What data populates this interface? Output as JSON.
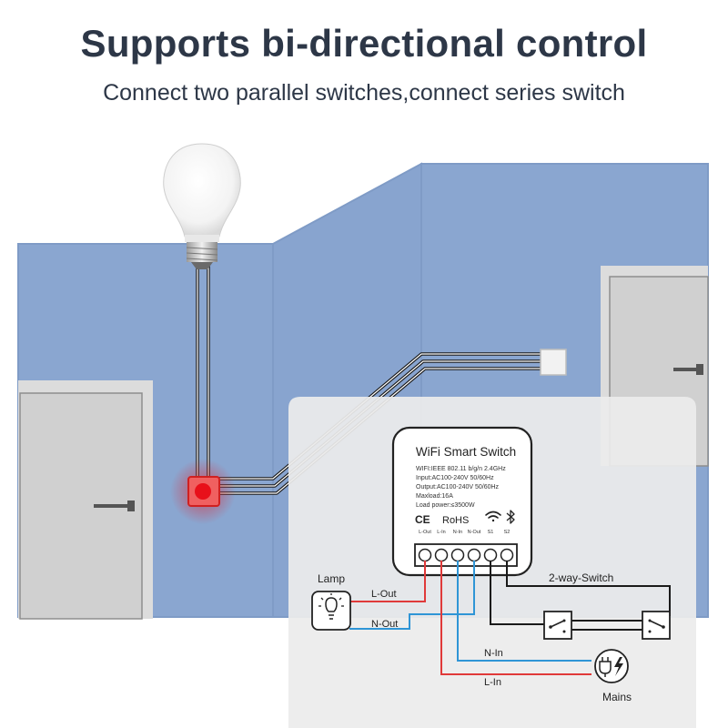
{
  "header": {
    "title": "Supports bi-directional control",
    "subtitle": "Connect two parallel switches,connect series switch"
  },
  "device": {
    "name": "WiFi Smart Switch",
    "spec_wifi": "WIFI:IEEE 802.11 b/g/n 2.4GHz",
    "spec_input": "Input:AC100-240V 50/60Hz",
    "spec_output": "Output:AC100-240V 50/60Hz",
    "spec_maxload": "Maxload:16A",
    "spec_loadpower": "Load power:≤3500W",
    "cert_ce": "CE",
    "cert_rohs": "RoHS",
    "terminals": [
      "L-Out",
      "L-In",
      "N-In",
      "N-Out",
      "S1",
      "S2"
    ]
  },
  "wiring": {
    "lamp_label": "Lamp",
    "l_out_label": "L-Out",
    "n_out_label": "N-Out",
    "n_in_label": "N-In",
    "l_in_label": "L-In",
    "switch_label": "2-way-Switch",
    "mains_label": "Mains"
  },
  "colors": {
    "wall": "#8aa6d0",
    "door": "#d4d4d4",
    "live_wire": "#e03a3a",
    "neutral_wire": "#2f95d6",
    "switch_wire": "#1a1a1a",
    "indicator": "#e8101a"
  },
  "icons": [
    "light-bulb-icon",
    "wifi-icon",
    "bluetooth-icon",
    "lamp-icon",
    "mains-plug-icon",
    "lightning-icon"
  ]
}
